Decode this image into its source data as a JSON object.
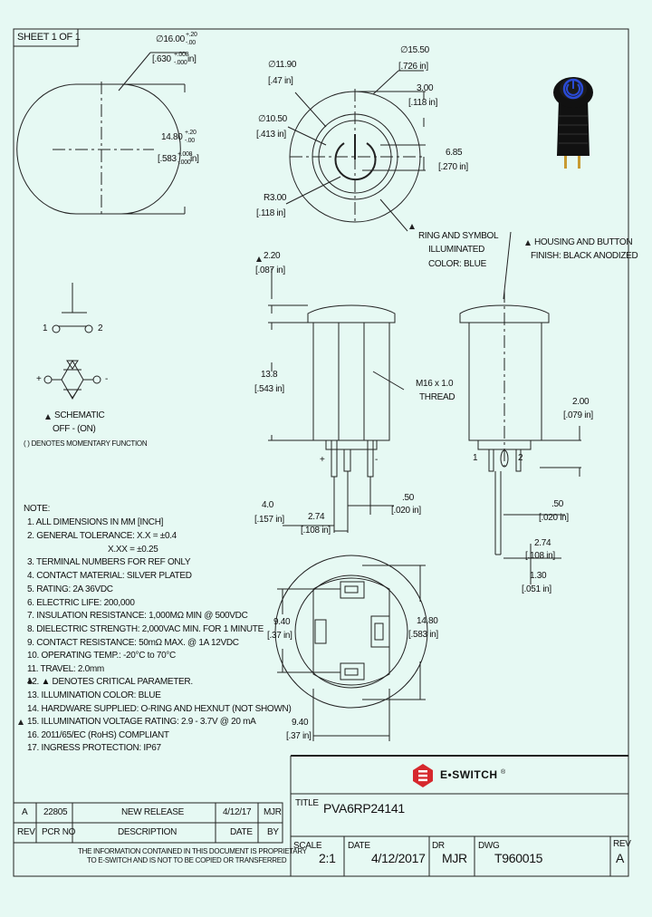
{
  "sheet_label": "SHEET 1 OF 1",
  "dims": {
    "top_dia_mm": "∅16.00",
    "top_dia_tol_plus": "+.20",
    "top_dia_tol_minus": "-.00",
    "top_dia_in": "[.630",
    "top_dia_in_tol_plus": "+.008",
    "top_dia_in_tol_minus": "-.000",
    "top_dia_in_end": "in]",
    "flat_mm": "14.80",
    "flat_tol_plus": "+.20",
    "flat_tol_minus": "-.00",
    "flat_in": "[.583",
    "flat_in_tol_plus": "+.008",
    "flat_in_tol_minus": "-.000",
    "flat_in_end": "in]",
    "d1190_mm": "∅11.90",
    "d1190_in": "[.47 in]",
    "d1050_mm": "∅10.50",
    "d1050_in": "[.413 in]",
    "r300_mm": "R3.00",
    "r300_in": "[.118 in]",
    "d1550_mm": "∅15.50",
    "d1550_in": "[.726 in]",
    "d300_mm": "3.00",
    "d300_in": "[.118 in]",
    "d685_mm": "6.85",
    "d685_in": "[.270 in]",
    "h220_mm": "2.20",
    "h220_in": "[.087 in]",
    "h138_mm": "13.8",
    "h138_in": "[.543 in]",
    "thread_1": "M16 x 1.0",
    "thread_2": "THREAD",
    "h40_mm": "4.0",
    "h40_in": "[.157 in]",
    "w274_mm": "2.74",
    "w274_in": "[.108 in]",
    "w050_mm": ".50",
    "w050_in": "[.020 in]",
    "r200_mm": "2.00",
    "r200_in": "[.079 in]",
    "r050_mm": ".50",
    "r050_in": "[.020 in]",
    "r274_mm": "2.74",
    "r274_in": "[.108 in]",
    "r130_mm": "1.30",
    "r130_in": "[.051 in]",
    "b940_mm": "9.40",
    "b940_in": "[.37 in]",
    "b1480_mm": "14.80",
    "b1480_in": "[.583 in]",
    "b940b_mm": "9.40",
    "b940b_in": "[.37 in]"
  },
  "callouts": {
    "ring_1": "RING AND SYMBOL",
    "ring_2": "ILLUMINATED",
    "ring_3": "COLOR: BLUE",
    "housing_1": "HOUSING AND BUTTON",
    "housing_2": "FINISH: BLACK ANODIZED"
  },
  "schematic": {
    "pin1": "1",
    "pin2": "2",
    "plus": "+",
    "minus": "-",
    "caption_1": "SCHEMATIC",
    "caption_2": "OFF - (ON)",
    "caption_3": "( ) DENOTES MOMENTARY FUNCTION"
  },
  "terminals": {
    "side_plus": "+",
    "side_minus": "-",
    "rt_1": "1",
    "rt_2": "2"
  },
  "notes": {
    "heading": "NOTE:",
    "items": [
      "1. ALL DIMENSIONS IN MM [INCH]",
      "2. GENERAL TOLERANCE: X.X = ±0.4",
      "X.XX = ±0.25",
      "3. TERMINAL NUMBERS FOR REF ONLY",
      "4. CONTACT MATERIAL: SILVER PLATED",
      "5. RATING: 2A 36VDC",
      "6. ELECTRIC LIFE: 200,000",
      "7. INSULATION RESISTANCE: 1,000MΩ MIN @ 500VDC",
      "8. DIELECTRIC STRENGTH: 2,000VAC MIN. FOR 1 MINUTE",
      "9. CONTACT RESISTANCE: 50mΩ MAX. @ 1A 12VDC",
      "10. OPERATING TEMP.: -20°C to 70°C",
      "11. TRAVEL: 2.0mm",
      "12. ▲ DENOTES CRITICAL PARAMETER.",
      "13. ILLUMINATION COLOR: BLUE",
      "14. HARDWARE SUPPLIED: O-RING AND HEXNUT (NOT SHOWN)",
      "15. ILLUMINATION VOLTAGE RATING: 2.9 - 3.7V @ 20 mA",
      "16. 2011/65/EC (RoHS) COMPLIANT",
      "17. INGRESS PROTECTION: IP67"
    ],
    "marker_15": "▲"
  },
  "revision_table": {
    "row": {
      "rev": "A",
      "pcr": "22805",
      "desc": "NEW RELEASE",
      "date": "4/12/17",
      "by": "MJR"
    },
    "headers": {
      "rev": "REV",
      "pcr": "PCR NO",
      "desc": "DESCRIPTION",
      "date": "DATE",
      "by": "BY"
    }
  },
  "disclaimer_1": "THE INFORMATION CONTAINED IN THIS DOCUMENT IS PROPRIETARY",
  "disclaimer_2": "TO E-SWITCH AND IS NOT TO BE COPIED OR TRANSFERRED",
  "brand": "E•SWITCH",
  "brand_mark": "®",
  "title_block": {
    "title_label": "TITLE",
    "title": "PVA6RP24141",
    "scale_label": "SCALE",
    "scale": "2:1",
    "date_label": "DATE",
    "date": "4/12/2017",
    "dr_label": "DR",
    "dr": "MJR",
    "dwg_label": "DWG",
    "dwg": "T960015",
    "rev_label": "REV",
    "rev": "A"
  },
  "colors": {
    "background": "#e6f9f3",
    "line": "#222222",
    "brand_red": "#d6282d",
    "led_blue": "#2a4bd6"
  }
}
